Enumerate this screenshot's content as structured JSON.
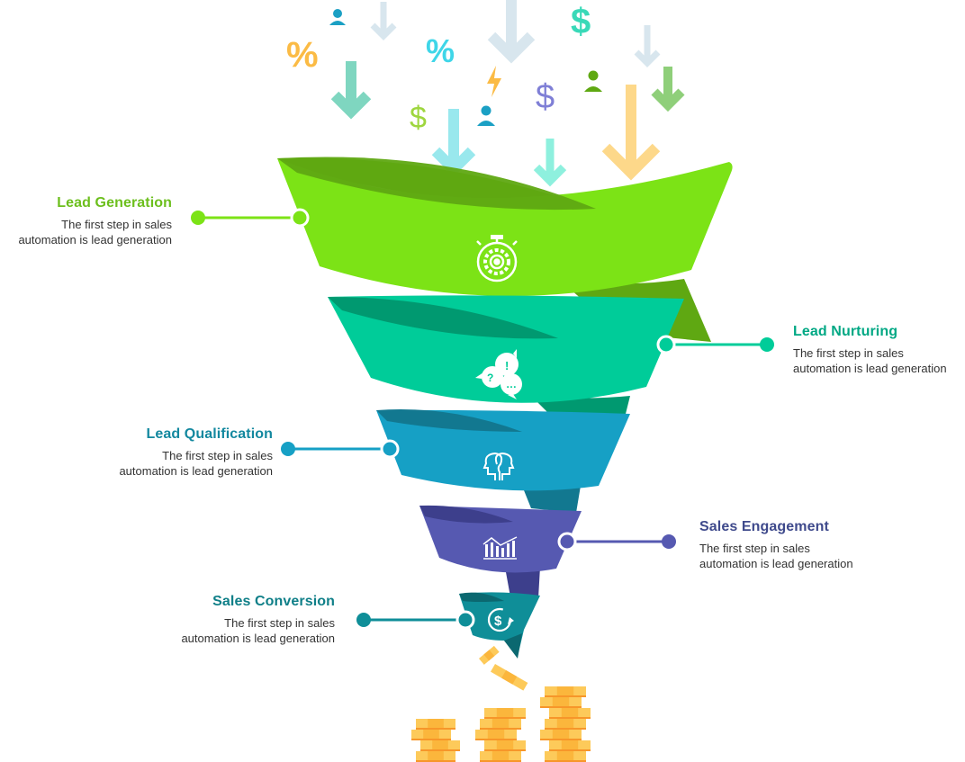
{
  "colors": {
    "stage1": "#7ce316",
    "stage1_dark": "#5fa812",
    "stage2": "#00cc99",
    "stage2_dark": "#009970",
    "stage3": "#16a0c5",
    "stage3_dark": "#127890",
    "stage4": "#5659b1",
    "stage4_dark": "#3d3f8c",
    "stage5": "#0f8e98",
    "stage5_dark": "#0b6870",
    "coin": "#fbb63c",
    "coin_light": "#fdca5a",
    "coin_edge": "#f7962a",
    "desc_text": "#333333"
  },
  "stages": [
    {
      "id": "lead-generation",
      "title": "Lead Generation",
      "description_line1": "The first step in sales",
      "description_line2": "automation is lead generation",
      "icon": "stopwatch-gear-icon",
      "color": "#6cbf1d",
      "side": "left"
    },
    {
      "id": "lead-nurturing",
      "title": "Lead Nurturing",
      "description_line1": "The first step in sales",
      "description_line2": "automation is lead generation",
      "icon": "speech-bubbles-icon",
      "color": "#00a884",
      "side": "right"
    },
    {
      "id": "lead-qualification",
      "title": "Lead Qualification",
      "description_line1": "The first step in sales",
      "description_line2": "automation is lead generation",
      "icon": "two-heads-icon",
      "color": "#13889f",
      "side": "left"
    },
    {
      "id": "sales-engagement",
      "title": "Sales Engagement",
      "description_line1": "The first step in sales",
      "description_line2": "automation is lead generation",
      "icon": "bar-chart-trend-icon",
      "color": "#3f4a8c",
      "side": "right"
    },
    {
      "id": "sales-conversion",
      "title": "Sales Conversion",
      "description_line1": "The first step in sales",
      "description_line2": "automation is lead generation",
      "icon": "dollar-cycle-icon",
      "color": "#0f7f88",
      "side": "left"
    }
  ],
  "falling_symbols": {
    "percent": "%",
    "dollar": "$"
  }
}
